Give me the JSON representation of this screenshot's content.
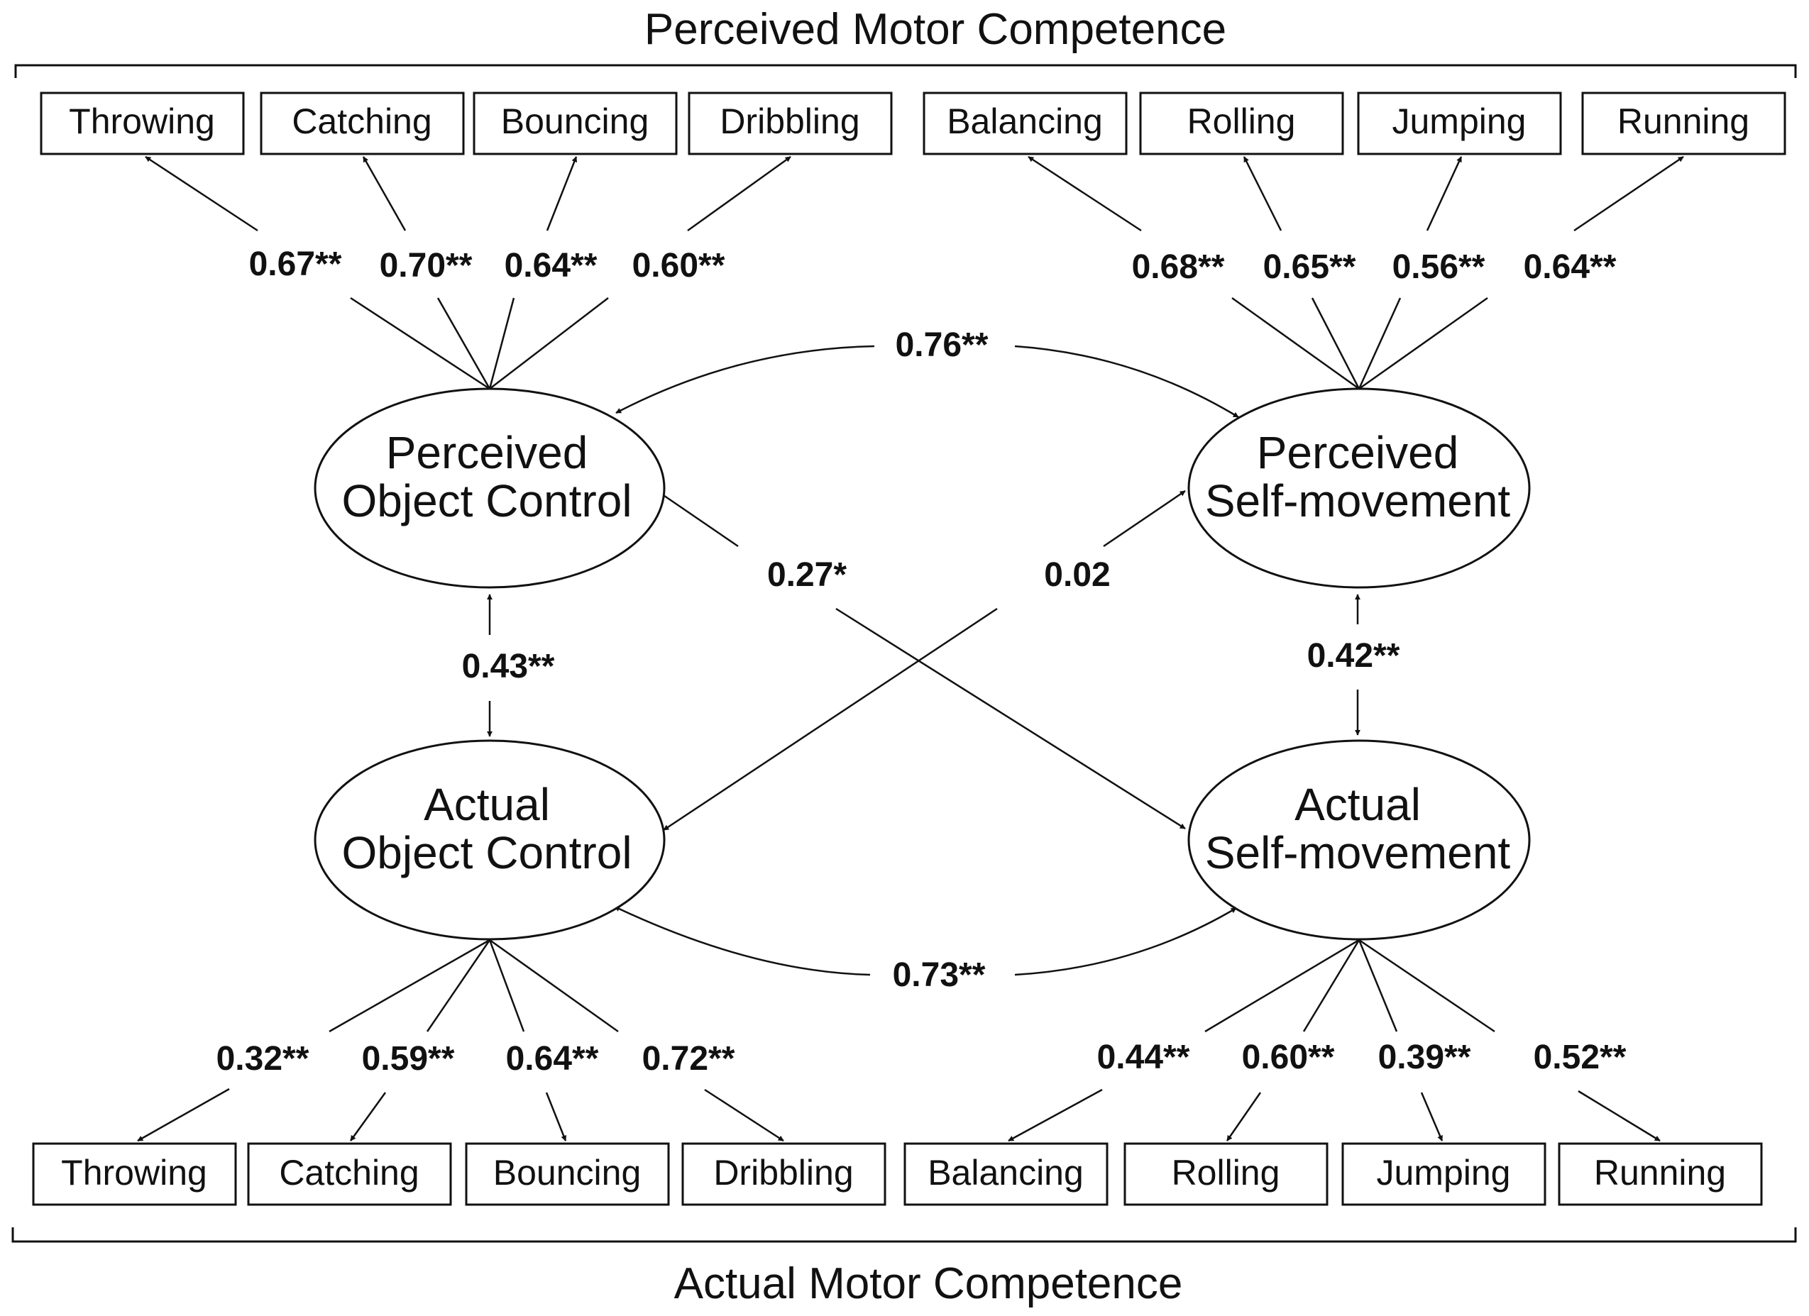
{
  "top_title": "Perceived Motor Competence",
  "bottom_title": "Actual Motor Competence",
  "indicators_top": [
    "Throwing",
    "Catching",
    "Bouncing",
    "Dribbling",
    "Balancing",
    "Rolling",
    "Jumping",
    "Running"
  ],
  "indicators_bottom": [
    "Throwing",
    "Catching",
    "Bouncing",
    "Dribbling",
    "Balancing",
    "Rolling",
    "Jumping",
    "Running"
  ],
  "latents": {
    "poc": [
      "Perceived",
      "Object Control"
    ],
    "psm": [
      "Perceived",
      "Self-movement"
    ],
    "aoc": [
      "Actual",
      "Object Control"
    ],
    "asm": [
      "Actual",
      "Self-movement"
    ]
  },
  "loadings_top": [
    "0.67**",
    "0.70**",
    "0.64**",
    "0.60**",
    "0.68**",
    "0.65**",
    "0.56**",
    "0.64**"
  ],
  "loadings_bottom": [
    "0.32**",
    "0.59**",
    "0.64**",
    "0.72**",
    "0.44**",
    "0.60**",
    "0.39**",
    "0.52**"
  ],
  "paths": {
    "perceived_corr": "0.76**",
    "actual_corr": "0.73**",
    "oc_corr": "0.43**",
    "sm_corr": "0.42**",
    "aoc_to_psm": "0.02",
    "asm_to_poc": "0.27*"
  }
}
